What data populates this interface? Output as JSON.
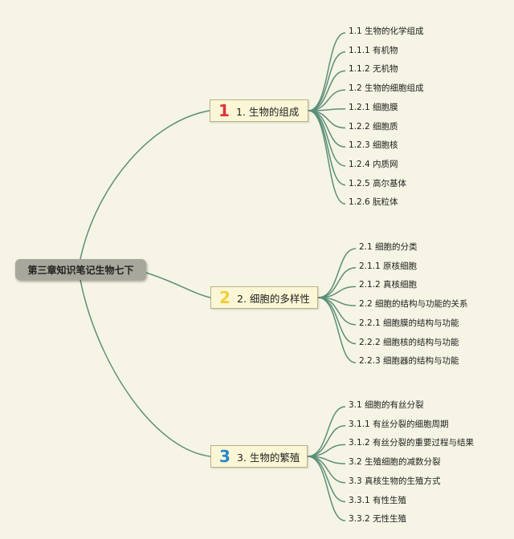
{
  "root": {
    "label": "第三章知识笔记生物七下"
  },
  "colors": {
    "line": "#5b8f79",
    "num1": "#e0323b",
    "num2": "#f2cd3a",
    "num3": "#2a86c9"
  },
  "branches": [
    {
      "num": "1",
      "label": "1. 生物的组成",
      "leaves": [
        "1.1 生物的化学组成",
        "1.1.1 有机物",
        "1.1.2 无机物",
        "1.2 生物的细胞组成",
        "1.2.1 细胞膜",
        "1.2.2 细胞质",
        "1.2.3 细胞核",
        "1.2.4 内质网",
        "1.2.5 高尔基体",
        "1.2.6 朊粒体"
      ]
    },
    {
      "num": "2",
      "label": "2. 细胞的多样性",
      "leaves": [
        "2.1 细胞的分类",
        "2.1.1 原核细胞",
        "2.1.2 真核细胞",
        "2.2 细胞的结构与功能的关系",
        "2.2.1 细胞膜的结构与功能",
        "2.2.2 细胞核的结构与功能",
        "2.2.3 细胞器的结构与功能"
      ]
    },
    {
      "num": "3",
      "label": "3. 生物的繁殖",
      "leaves": [
        "3.1 细胞的有丝分裂",
        "3.1.1 有丝分裂的细胞周期",
        "3.1.2 有丝分裂的重要过程与结果",
        "3.2 生殖细胞的减数分裂",
        "3.3 真核生物的生殖方式",
        "3.3.1 有性生殖",
        "3.3.2 无性生殖"
      ]
    }
  ]
}
